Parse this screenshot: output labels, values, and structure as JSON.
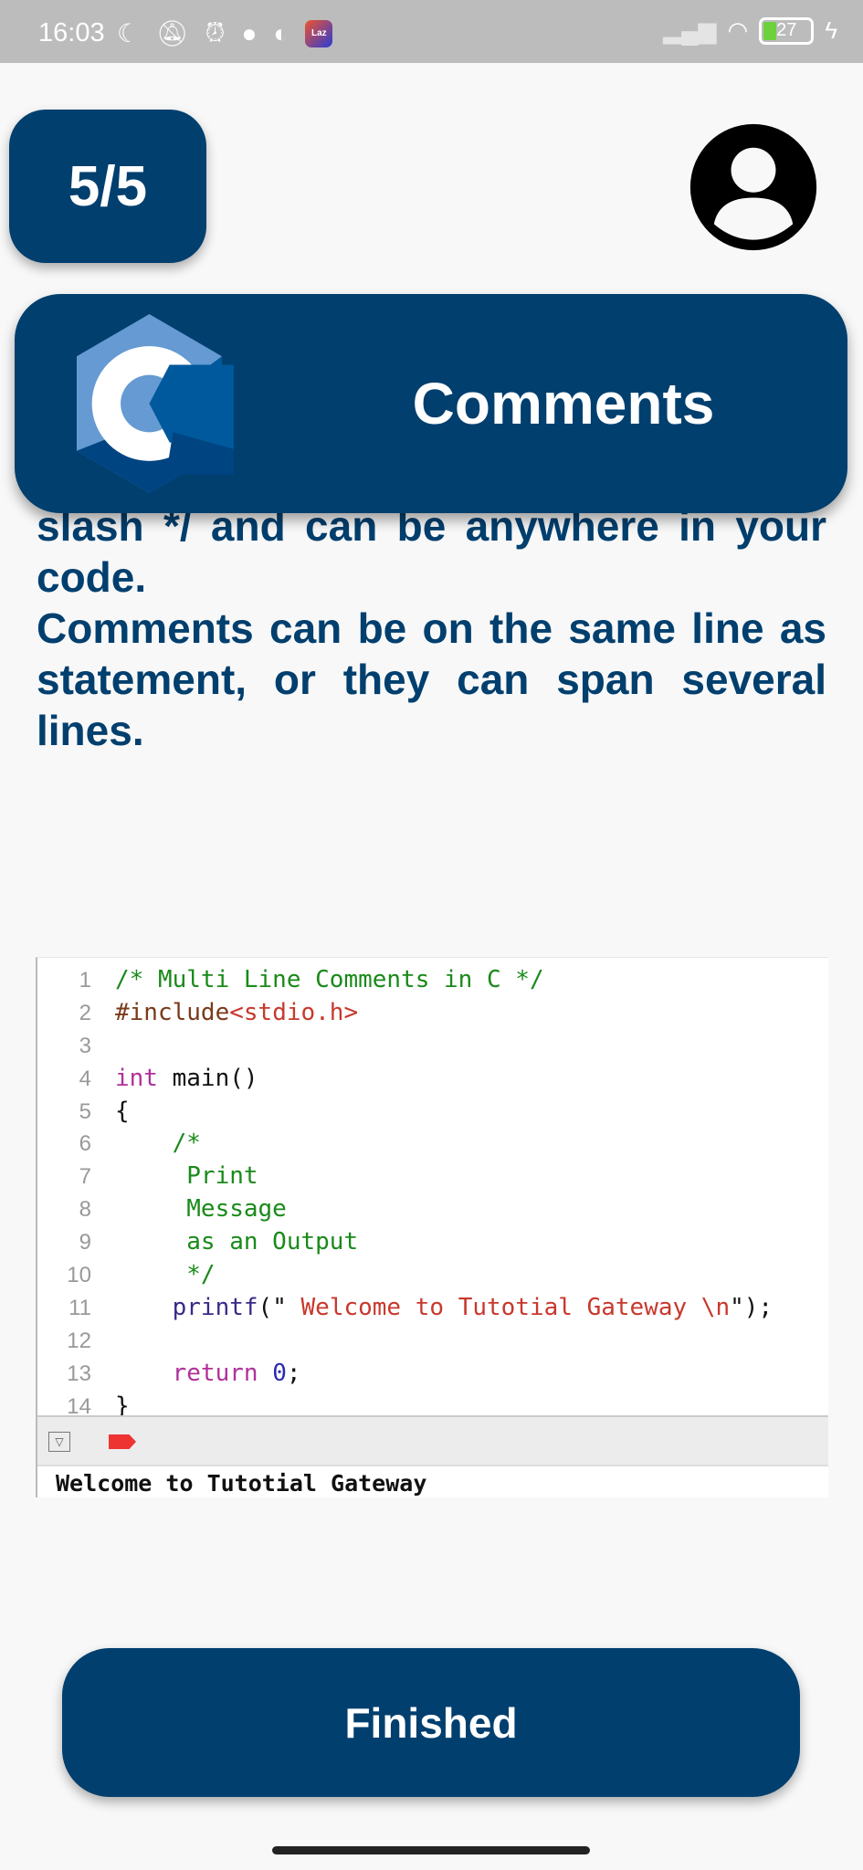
{
  "status_bar": {
    "time": "16:03",
    "icons": [
      "moon-icon",
      "bell-off-icon",
      "alarm-icon",
      "messenger-icon",
      "app-icon",
      "lazada-icon"
    ],
    "lazada_label": "Laz",
    "battery": "27",
    "battery_percent": 27
  },
  "progress": {
    "label": "5/5"
  },
  "header": {
    "title": "Comments",
    "logo": "c-language-logo"
  },
  "body_text": {
    "paragraphs": [
      "slash */ and can be anywhere in your code.",
      "Comments can be on the same line as statement, or they can span several lines."
    ]
  },
  "code_image": {
    "lines": [
      {
        "n": "1",
        "parts": [
          {
            "t": "/* Multi Line Comments in C */",
            "c": "#1a8a1a"
          }
        ]
      },
      {
        "n": "2",
        "parts": [
          {
            "t": "#include",
            "c": "#7a3a1a"
          },
          {
            "t": "<stdio.h>",
            "c": "#c8382c"
          }
        ]
      },
      {
        "n": "3",
        "parts": []
      },
      {
        "n": "4",
        "parts": [
          {
            "t": "int",
            "c": "#b0309a"
          },
          {
            "t": " main()",
            "c": "#111111"
          }
        ]
      },
      {
        "n": "5",
        "parts": [
          {
            "t": "{",
            "c": "#111111"
          }
        ]
      },
      {
        "n": "6",
        "parts": [
          {
            "t": "    /*",
            "c": "#1a8a1a"
          }
        ]
      },
      {
        "n": "7",
        "parts": [
          {
            "t": "     Print",
            "c": "#1a8a1a"
          }
        ]
      },
      {
        "n": "8",
        "parts": [
          {
            "t": "     Message",
            "c": "#1a8a1a"
          }
        ]
      },
      {
        "n": "9",
        "parts": [
          {
            "t": "     as an Output",
            "c": "#1a8a1a"
          }
        ]
      },
      {
        "n": "10",
        "parts": [
          {
            "t": "     */",
            "c": "#1a8a1a"
          }
        ]
      },
      {
        "n": "11",
        "parts": [
          {
            "t": "    printf",
            "c": "#3a2a8a"
          },
          {
            "t": "(\"",
            "c": "#111111"
          },
          {
            "t": " Welcome to Tutotial Gateway \\n",
            "c": "#c8382c"
          },
          {
            "t": "\");",
            "c": "#111111"
          }
        ]
      },
      {
        "n": "12",
        "parts": []
      },
      {
        "n": "13",
        "parts": [
          {
            "t": "    return",
            "c": "#b0309a"
          },
          {
            "t": " ",
            "c": "#111111"
          },
          {
            "t": "0",
            "c": "#2a2ab0"
          },
          {
            "t": ";",
            "c": "#111111"
          }
        ]
      },
      {
        "n": "14",
        "parts": [
          {
            "t": "}",
            "c": "#111111"
          }
        ]
      }
    ],
    "output": "Welcome to Tutotial Gateway"
  },
  "footer": {
    "finish_label": "Finished"
  },
  "colors": {
    "primary": "#003f6e",
    "background": "#f8f8f8"
  }
}
